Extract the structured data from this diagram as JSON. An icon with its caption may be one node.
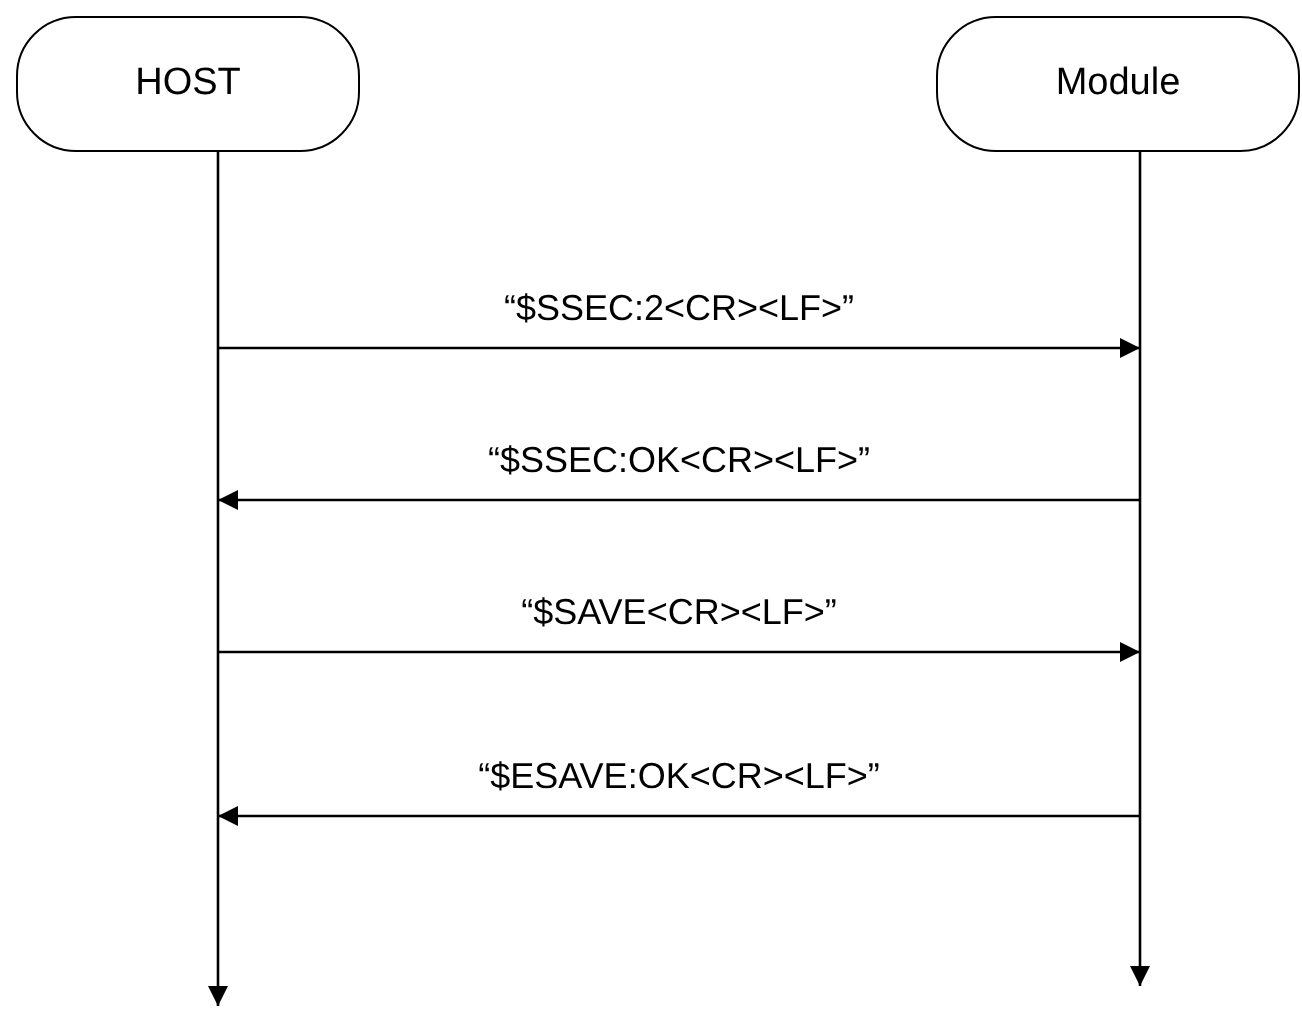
{
  "diagram": {
    "nodes": [
      {
        "text": [
          "HOST"
        ]
      },
      {
        "text": [
          "Module"
        ]
      },
      {
        "text": [],
        "shape": "line"
      },
      {
        "text": [],
        "shape": "line"
      }
    ],
    "edges": [
      {
        "from": 2,
        "to": 3,
        "arrow": "to",
        "label": "“$SSEC:2<CR><LF>”"
      },
      {
        "from": 3,
        "to": 2,
        "arrow": "to",
        "label": "“$SSEC:OK<CR><LF>”"
      },
      {
        "from": 2,
        "to": 3,
        "arrow": "to",
        "label": "“$SAVE<CR><LF>”"
      },
      {
        "from": 3,
        "to": 2,
        "arrow": "to",
        "label": "“$ESAVE:OK<CR><LF>”"
      }
    ]
  }
}
